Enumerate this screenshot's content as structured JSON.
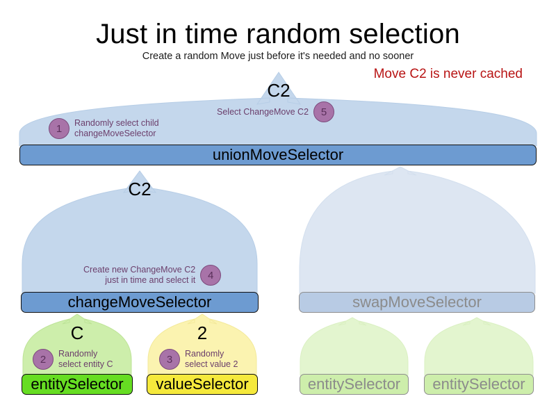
{
  "header": {
    "title": "Just in time random selection",
    "subtitle": "Create a random Move just before it's needed and no sooner",
    "warning": "Move C2 is never cached",
    "warning_color": "#b81414"
  },
  "palette": {
    "selector_bar_blue": "#6d9bd1",
    "arrow_blue": "#c4d7ec",
    "ghost_blue": "#dde6f2",
    "ghost_bar_blue": "#b8cbe4",
    "entity_green": "#66dd22",
    "arrow_green": "#cdeeab",
    "ghost_green": "#e3f5cf",
    "value_yellow": "#f5e93c",
    "arrow_yellow": "#fbf3b0",
    "annotation_purple": "#a873a8",
    "annotation_text": "#6b3e6b",
    "ghost_text": "#8b8b8b"
  },
  "nodes": {
    "union_move_selector": "unionMoveSelector",
    "change_move_selector": "changeMoveSelector",
    "swap_move_selector": "swapMoveSelector",
    "entity_selector": "entitySelector",
    "value_selector": "valueSelector",
    "ghost_entity_selector_1": "entitySelector",
    "ghost_entity_selector_2": "entitySelector"
  },
  "flags": {
    "union_out": "C2",
    "change_out": "C2",
    "entity_out": "C",
    "value_out": "2"
  },
  "annotations": [
    {
      "n": "1",
      "text": "Randomly select child\nchangeMoveSelector"
    },
    {
      "n": "2",
      "text": "Randomly\nselect entity C"
    },
    {
      "n": "3",
      "text": "Randomly\nselect value 2"
    },
    {
      "n": "4",
      "text": "Create new ChangeMove C2\njust in time and select it"
    },
    {
      "n": "5",
      "text": "Select ChangeMove C2"
    }
  ]
}
